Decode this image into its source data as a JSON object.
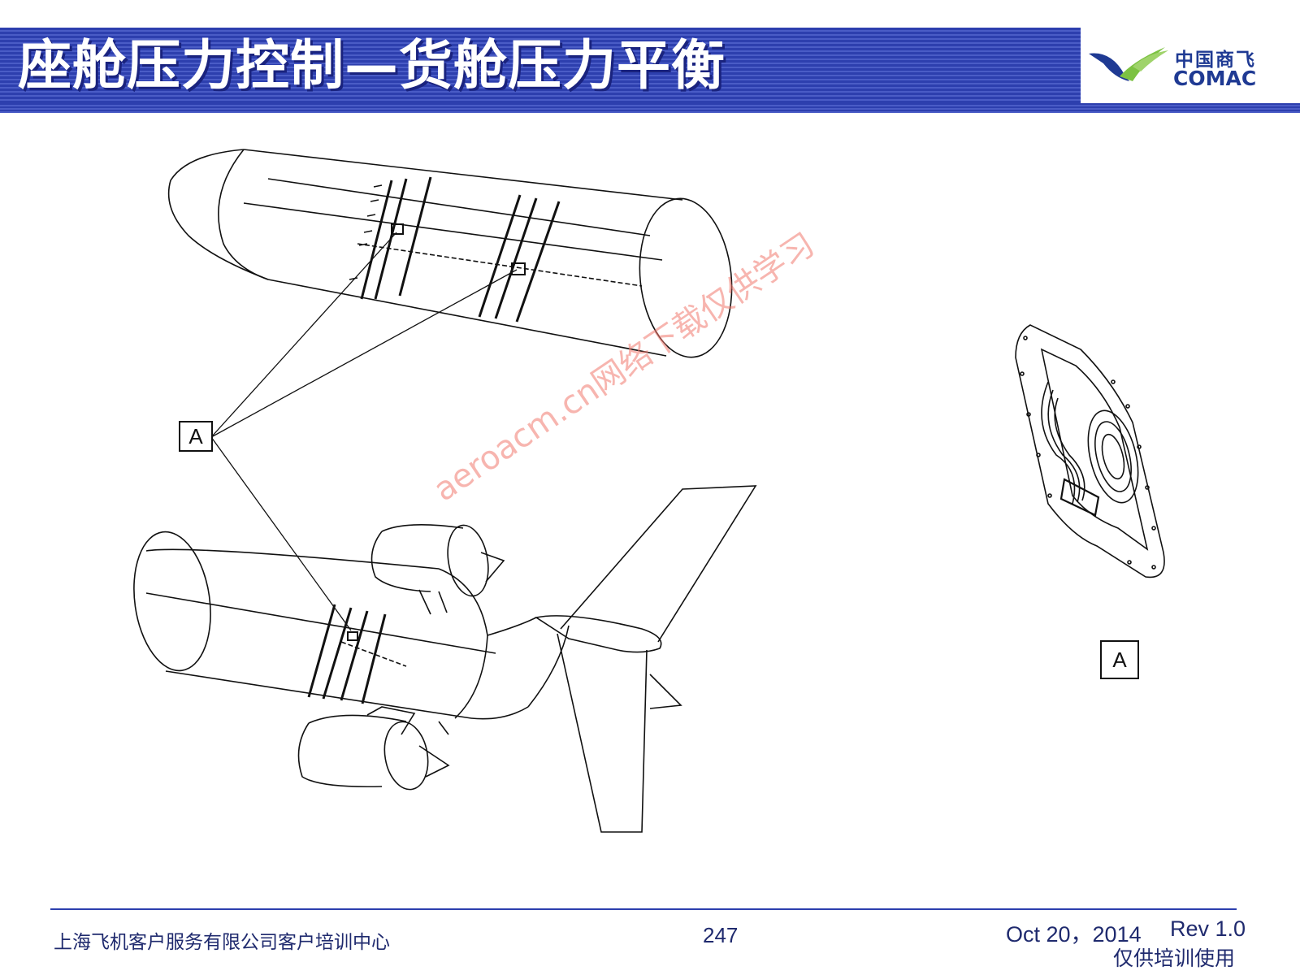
{
  "header": {
    "title": "座舱压力控制—货舱压力平衡",
    "logo_cn": "中国商飞",
    "logo_en": "COMAC"
  },
  "figure": {
    "callout_main": "A",
    "callout_detail": "A"
  },
  "watermark": "aeroacm.cn网络下载仅供学习",
  "footer": {
    "organization": "上海飞机客户服务有限公司客户培训中心",
    "page_number": "247",
    "date": "Oct 20，2014",
    "revision": "Rev 1.0",
    "usage_note": "仅供培训使用"
  },
  "colors": {
    "title_bar": "#2d3fae",
    "logo_blue": "#1f3a93",
    "logo_green": "#7cc242"
  }
}
